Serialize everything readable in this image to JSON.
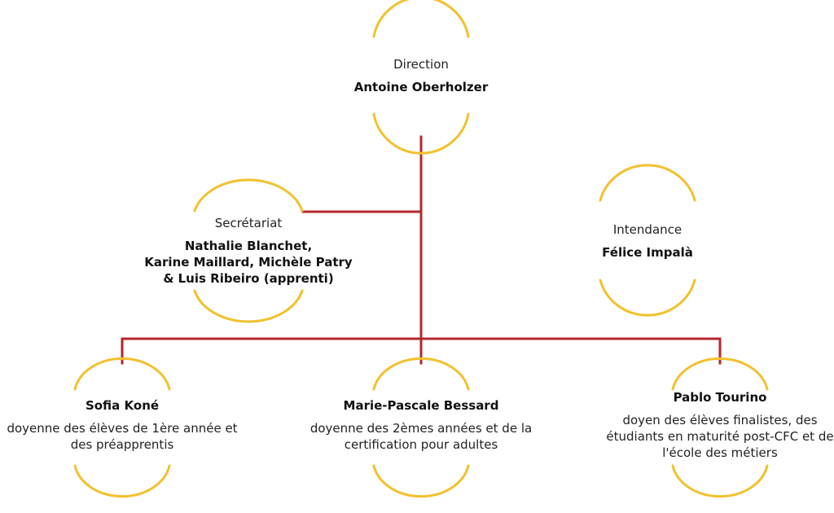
{
  "colors": {
    "connector": "#B3272E",
    "arc": "#F2C12E",
    "background": "#FFFFFF"
  },
  "nodes": {
    "direction": {
      "role": "Direction",
      "name": "Antoine Oberholzer"
    },
    "secretariat": {
      "role": "Secrétariat",
      "name": "Nathalie Blanchet,\nKarine Maillard, Michèle Patry\n& Luis Ribeiro (apprenti)"
    },
    "intendance": {
      "role": "Intendance",
      "name": "Félice Impalà"
    },
    "dean1": {
      "name": "Sofia Koné",
      "desc": "doyenne des élèves de 1ère année et\ndes préapprentis"
    },
    "dean2": {
      "name": "Marie-Pascale Bessard",
      "desc": "doyenne des 2èmes années et de la\ncertification pour adultes"
    },
    "dean3": {
      "name": "Pablo Tourino",
      "desc": "doyen des élèves finalistes, des\nétudiants en maturité post-CFC et de\nl'école des métiers"
    }
  }
}
